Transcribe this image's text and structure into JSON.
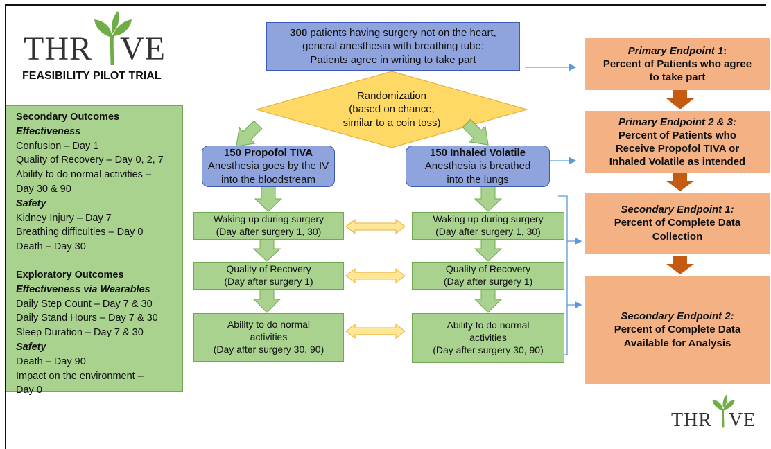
{
  "logo": {
    "text_left": "THR",
    "text_right": "VE",
    "subtitle": "FEASIBILITY PILOT TRIAL"
  },
  "enrollment": {
    "count": "300",
    "line1_rest": " patients having surgery not on the heart,",
    "line2": "general anesthesia with breathing tube:",
    "line3": "Patients agree in writing to take part"
  },
  "randomization": {
    "line1": "Randomization",
    "line2": "(based on chance,",
    "line3": "similar to a coin toss)"
  },
  "arms": [
    {
      "title": "150 Propofol TIVA",
      "line1": "Anesthesia goes by  the IV",
      "line2": "into the bloodstream",
      "steps": [
        {
          "line1": "Waking up during surgery",
          "line2": "(Day after surgery  1, 30)"
        },
        {
          "line1": "Quality of Recovery",
          "line2": "(Day after surgery 1)"
        },
        {
          "line1": "Ability to do normal",
          "line2": "activities",
          "line3": "(Day after surgery 30, 90)"
        }
      ]
    },
    {
      "title": "150 Inhaled Volatile",
      "line1": "Anesthesia is breathed",
      "line2": "into the lungs",
      "steps": [
        {
          "line1": "Waking up during surgery",
          "line2": "(Day after surgery 1, 30)"
        },
        {
          "line1": "Quality of Recovery",
          "line2": "(Day after surgery 1)"
        },
        {
          "line1": "Ability to do normal",
          "line2": "activities",
          "line3": "(Day after surgery 30, 90)"
        }
      ]
    }
  ],
  "outcomes_panel": {
    "secondary_heading": "Secondary Outcomes",
    "effectiveness_heading": "Effectiveness",
    "effectiveness_items": [
      "Confusion  – Day 1",
      "Quality of Recovery – Day 0, 2, 7",
      "Ability to do normal activities  –",
      "Day 30 & 90"
    ],
    "safety_heading": "Safety",
    "safety_items": [
      "Kidney Injury – Day 7",
      "Breathing difficulties  – Day 0",
      "Death  – Day 30"
    ],
    "exploratory_heading": "Exploratory Outcomes",
    "wearables_heading": "Effectiveness via Wearables",
    "wearables_items": [
      "Daily Step Count – Day 7 & 30",
      "Daily Stand Hours – Day 7 & 30",
      "Sleep Duration – Day 7 & 30"
    ],
    "safety2_heading": "Safety",
    "safety2_items": [
      "Death – Day 90",
      "Impact on the environment –",
      "Day 0"
    ]
  },
  "endpoints": [
    {
      "italic": "Primary Endpoint 1",
      "italic_suffix": ":",
      "line1": "Percent of Patients who agree",
      "line2": "to take part"
    },
    {
      "italic": "Primary Endpoint 2 & 3:",
      "line1": "Percent of Patients who",
      "line2": "Receive Propofol TIVA or",
      "line3": "Inhaled Volatile as intended"
    },
    {
      "italic": "Secondary Endpoint 1:",
      "line1": "Percent of Complete Data",
      "line2": "Collection"
    },
    {
      "italic": "Secondary Endpoint 2:",
      "line1": "Percent of Complete Data",
      "line2": "Available for Analysis"
    }
  ],
  "colors": {
    "blue_fill": "#8fa3dd",
    "blue_border": "#3c59b7",
    "green_fill": "#a9d28f",
    "orange_fill": "#f4b183",
    "diamond_fill": "#ffd966",
    "dark_orange_arrow": "#c55a11",
    "connector": "#5b9bd5",
    "leaf_green": "#70ad47"
  }
}
